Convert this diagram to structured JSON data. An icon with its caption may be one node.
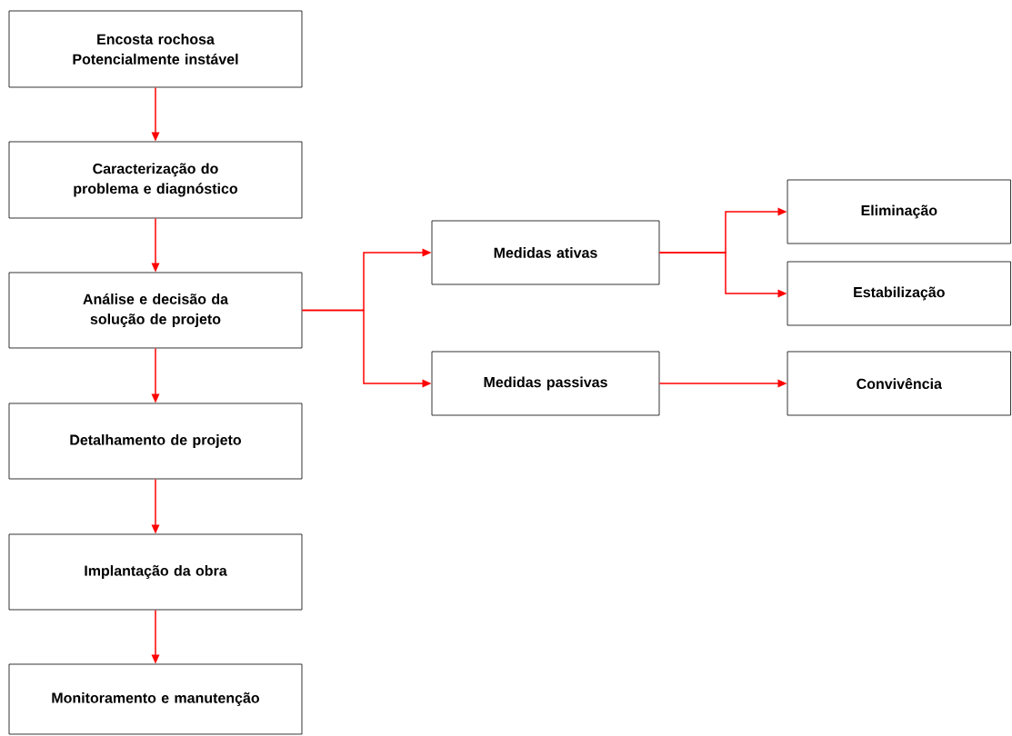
{
  "diagram": {
    "nodes": [
      {
        "text": [
          "Encosta rochosa Potencialmente instável"
        ]
      },
      {
        "text": [
          "Caracterização do problema e diagnóstico"
        ]
      },
      {
        "text": [
          "Análise e decisão da solução de projeto"
        ]
      },
      {
        "text": [
          "Detalhamento de projeto"
        ]
      },
      {
        "text": [
          "Implantação da obra"
        ]
      },
      {
        "text": [
          "Monitoramento e manutenção"
        ]
      },
      {
        "text": [
          "Medidas ativas"
        ]
      },
      {
        "text": [
          "Medidas passivas"
        ]
      },
      {
        "text": [
          "Eliminação"
        ]
      },
      {
        "text": [
          "Estabilização"
        ]
      },
      {
        "text": [
          "Convivência"
        ]
      }
    ],
    "edges": [
      {
        "from": 0,
        "to": 1,
        "arrow": "to"
      },
      {
        "from": 1,
        "to": 2,
        "arrow": "to"
      },
      {
        "from": 2,
        "to": 3,
        "arrow": "to"
      },
      {
        "from": 3,
        "to": 4,
        "arrow": "to"
      },
      {
        "from": 4,
        "to": 5,
        "arrow": "to"
      },
      {
        "from": 2,
        "to": 6,
        "arrow": "to"
      },
      {
        "from": 2,
        "to": 7,
        "arrow": "to"
      },
      {
        "from": 6,
        "to": 8,
        "arrow": "to"
      },
      {
        "from": 6,
        "to": 9,
        "arrow": "to"
      },
      {
        "from": 7,
        "to": 10,
        "arrow": "to"
      }
    ]
  }
}
